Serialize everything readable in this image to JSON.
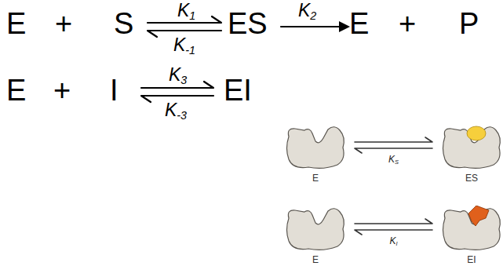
{
  "diagram": {
    "nodes": [
      {
        "text": [
          "E"
        ]
      },
      {
        "text": [
          "ES"
        ]
      },
      {
        "text": [
          "E"
        ]
      },
      {
        "text": [
          "EI"
        ]
      }
    ],
    "edges": [
      {
        "from": 0,
        "to": 1,
        "arrow": "both",
        "label": "KS"
      },
      {
        "from": 2,
        "to": 3,
        "arrow": "both",
        "label": "KI"
      }
    ],
    "labels": [
      "E",
      "+",
      "S",
      "K1",
      "K-1",
      "ES",
      "K2",
      "E",
      "+",
      "P",
      "E",
      "+",
      "I",
      "K3",
      "K-3",
      "EI"
    ]
  }
}
